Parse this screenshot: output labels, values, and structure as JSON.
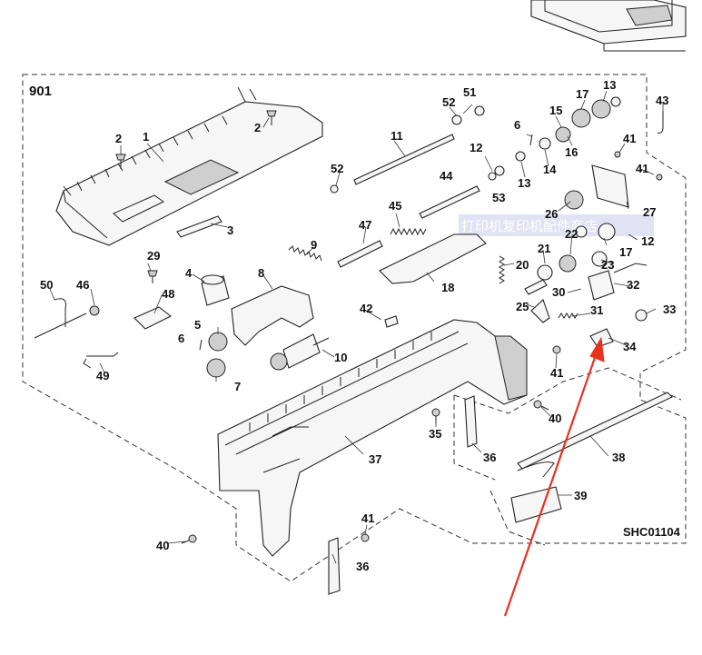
{
  "diagram": {
    "group_label": "901",
    "code": "SHC01104",
    "watermark": "打印机复印机配件商店",
    "accent_color": "#e8321e",
    "callouts": [
      {
        "id": "c1",
        "text": "1"
      },
      {
        "id": "c2a",
        "text": "2"
      },
      {
        "id": "c2b",
        "text": "2"
      },
      {
        "id": "c3",
        "text": "3"
      },
      {
        "id": "c4",
        "text": "4"
      },
      {
        "id": "c5",
        "text": "5"
      },
      {
        "id": "c6a",
        "text": "6"
      },
      {
        "id": "c6b",
        "text": "6"
      },
      {
        "id": "c7",
        "text": "7"
      },
      {
        "id": "c8",
        "text": "8"
      },
      {
        "id": "c9",
        "text": "9"
      },
      {
        "id": "c10",
        "text": "10"
      },
      {
        "id": "c11",
        "text": "11"
      },
      {
        "id": "c12a",
        "text": "12"
      },
      {
        "id": "c12b",
        "text": "12"
      },
      {
        "id": "c13a",
        "text": "13"
      },
      {
        "id": "c13b",
        "text": "13"
      },
      {
        "id": "c14",
        "text": "14"
      },
      {
        "id": "c15",
        "text": "15"
      },
      {
        "id": "c16",
        "text": "16"
      },
      {
        "id": "c17a",
        "text": "17"
      },
      {
        "id": "c17b",
        "text": "17"
      },
      {
        "id": "c18",
        "text": "18"
      },
      {
        "id": "c20",
        "text": "20"
      },
      {
        "id": "c21",
        "text": "21"
      },
      {
        "id": "c22",
        "text": "22"
      },
      {
        "id": "c23",
        "text": "23"
      },
      {
        "id": "c25",
        "text": "25"
      },
      {
        "id": "c26",
        "text": "26"
      },
      {
        "id": "c27",
        "text": "27"
      },
      {
        "id": "c29",
        "text": "29"
      },
      {
        "id": "c30",
        "text": "30"
      },
      {
        "id": "c31",
        "text": "31"
      },
      {
        "id": "c32",
        "text": "32"
      },
      {
        "id": "c33",
        "text": "33"
      },
      {
        "id": "c34",
        "text": "34"
      },
      {
        "id": "c35",
        "text": "35"
      },
      {
        "id": "c36a",
        "text": "36"
      },
      {
        "id": "c36b",
        "text": "36"
      },
      {
        "id": "c37",
        "text": "37"
      },
      {
        "id": "c38",
        "text": "38"
      },
      {
        "id": "c39",
        "text": "39"
      },
      {
        "id": "c40a",
        "text": "40"
      },
      {
        "id": "c40b",
        "text": "40"
      },
      {
        "id": "c41a",
        "text": "41"
      },
      {
        "id": "c41b",
        "text": "41"
      },
      {
        "id": "c41c",
        "text": "41"
      },
      {
        "id": "c41d",
        "text": "41"
      },
      {
        "id": "c42",
        "text": "42"
      },
      {
        "id": "c43",
        "text": "43"
      },
      {
        "id": "c44",
        "text": "44"
      },
      {
        "id": "c45",
        "text": "45"
      },
      {
        "id": "c46",
        "text": "46"
      },
      {
        "id": "c47",
        "text": "47"
      },
      {
        "id": "c48",
        "text": "48"
      },
      {
        "id": "c49",
        "text": "49"
      },
      {
        "id": "c50",
        "text": "50"
      },
      {
        "id": "c51",
        "text": "51"
      },
      {
        "id": "c52a",
        "text": "52"
      },
      {
        "id": "c52b",
        "text": "52"
      },
      {
        "id": "c53",
        "text": "53"
      }
    ]
  }
}
